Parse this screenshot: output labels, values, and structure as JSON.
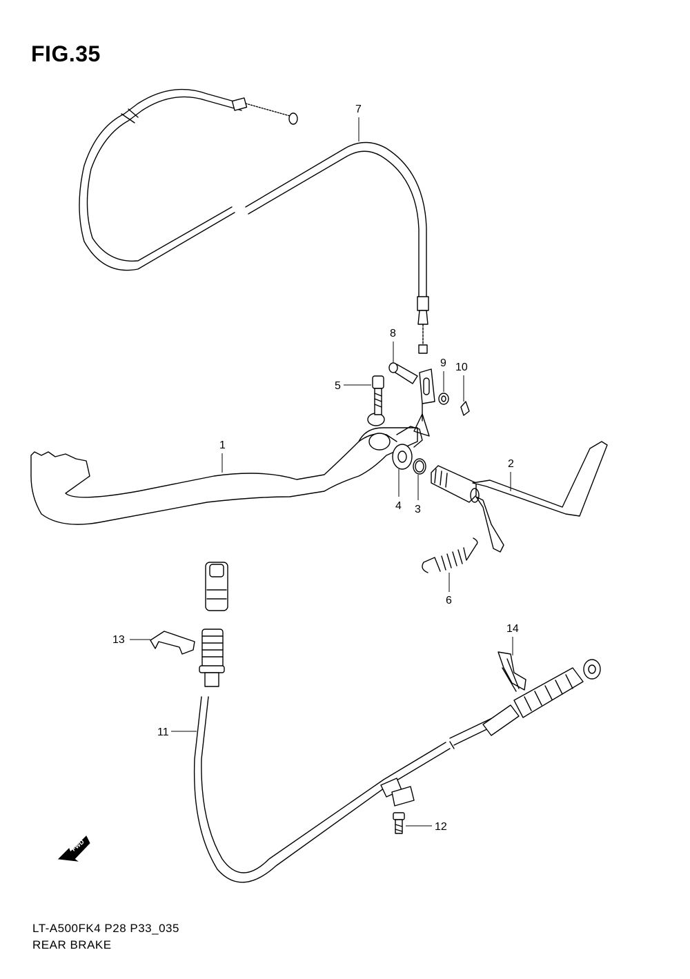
{
  "figure": {
    "title": "FIG.35",
    "model_code": "LT-A500FK4 P28 P33_035",
    "section_name": "REAR BRAKE",
    "fwd_label": "FWD"
  },
  "callouts": [
    {
      "id": "1",
      "label": "1"
    },
    {
      "id": "2",
      "label": "2"
    },
    {
      "id": "3",
      "label": "3"
    },
    {
      "id": "4",
      "label": "4"
    },
    {
      "id": "5",
      "label": "5"
    },
    {
      "id": "6",
      "label": "6"
    },
    {
      "id": "7",
      "label": "7"
    },
    {
      "id": "8",
      "label": "8"
    },
    {
      "id": "9",
      "label": "9"
    },
    {
      "id": "10",
      "label": "10"
    },
    {
      "id": "11",
      "label": "11"
    },
    {
      "id": "12",
      "label": "12"
    },
    {
      "id": "13",
      "label": "13"
    },
    {
      "id": "14",
      "label": "14"
    }
  ]
}
